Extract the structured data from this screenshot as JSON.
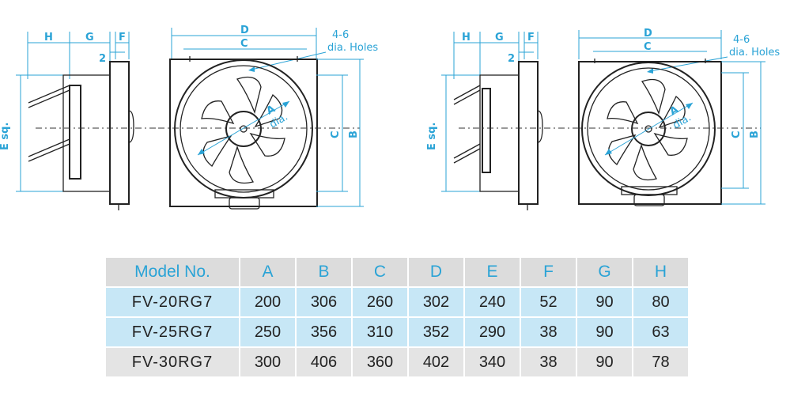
{
  "diagram": {
    "labels": {
      "H": "H",
      "G": "G",
      "F": "F",
      "two": "2",
      "D": "D",
      "C": "C",
      "holes_line1": "4-6",
      "holes_line2": "dia. Holes",
      "A": "A",
      "A_dia": "dia.",
      "E_sq": "E sq.",
      "C_side": "C",
      "B_side": "B"
    }
  },
  "table": {
    "headers": [
      "Model No.",
      "A",
      "B",
      "C",
      "D",
      "E",
      "F",
      "G",
      "H"
    ],
    "rows": [
      [
        "FV-20RG7",
        "200",
        "306",
        "260",
        "302",
        "240",
        "52",
        "90",
        "80"
      ],
      [
        "FV-25RG7",
        "250",
        "356",
        "310",
        "352",
        "290",
        "38",
        "90",
        "63"
      ],
      [
        "FV-30RG7",
        "300",
        "406",
        "360",
        "402",
        "340",
        "38",
        "90",
        "78"
      ]
    ]
  },
  "colors": {
    "accent": "#2aa3d6",
    "header_bg": "#dcdcdc",
    "row_blue": "#c7e7f6",
    "row_grey": "#e4e4e4"
  }
}
